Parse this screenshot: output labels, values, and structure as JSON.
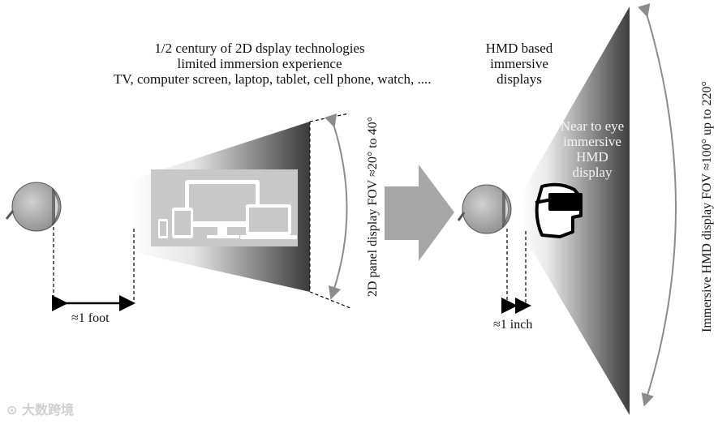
{
  "left_caption": {
    "line1": "1/2 century of 2D dsplay technologies",
    "line2": "limited immersion experience",
    "line3": "TV, computer screen, laptop, tablet, cell phone, watch, ...."
  },
  "right_caption": {
    "line1": "HMD based",
    "line2": "immersive",
    "line3": "displays"
  },
  "near_eye_label": {
    "line1": "Near to eye",
    "line2": "immersive",
    "line3": "HMD",
    "line4": "display"
  },
  "panel_fov_label": "2D panel display FOV ≈20° to 40°",
  "hmd_fov_label": "Immersive HMD display FOV ≈100° up to 220°",
  "distance_panel_label": "≈1 foot",
  "distance_hmd_label": "≈1 inch",
  "watermark": "大数跨境",
  "colors": {
    "cone_dark": "#3a3a3a",
    "arrow_gray": "#a6a6a6",
    "device_panel": "#c8c8c8"
  }
}
